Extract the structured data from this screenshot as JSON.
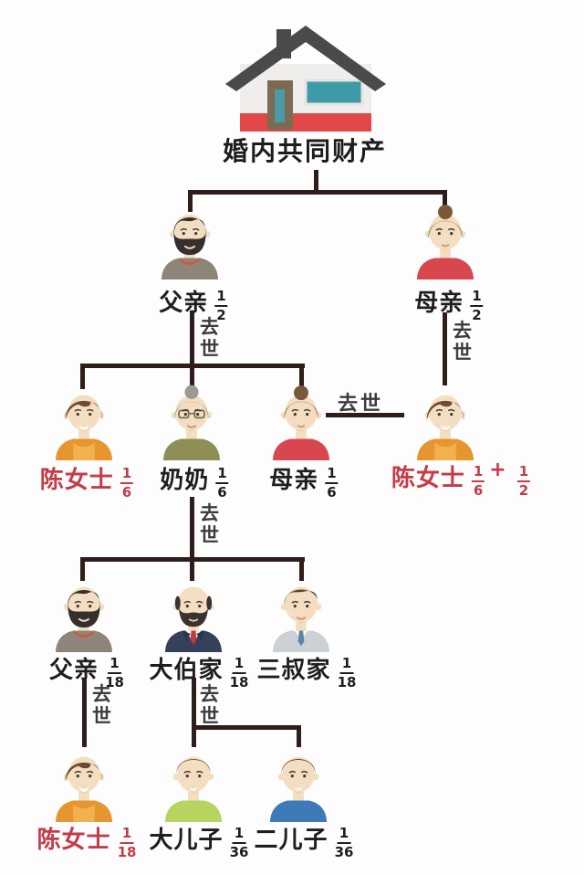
{
  "title": "婚内共同财产",
  "deceased_label": "去世",
  "plus_sign": "+",
  "colors": {
    "line": "#2f1d1a",
    "emphasis_red": "#c43b49",
    "text_black": "#1e1e1e",
    "deceased_gray": "#3c3c3c",
    "house_roof": "#4a4a4a",
    "house_wall": "#f0eeec",
    "house_stripe": "#e24848",
    "house_door": "#7b6b52",
    "house_window": "#3f9aa8"
  },
  "people": {
    "father1": {
      "name": "父亲",
      "fracs": [
        {
          "n": "1",
          "d": "2"
        }
      ],
      "emph": false,
      "avatar": {
        "style": "man-beard",
        "hair": "#35302d",
        "shirt": "#8e857a",
        "collar": "#cf5a3a"
      }
    },
    "mother1": {
      "name": "母亲",
      "fracs": [
        {
          "n": "1",
          "d": "2"
        }
      ],
      "emph": false,
      "avatar": {
        "style": "woman-bun",
        "hair": "#7a5939",
        "shirt": "#d8474d"
      }
    },
    "chen2": {
      "name": "陈女士",
      "fracs": [
        {
          "n": "1",
          "d": "6"
        }
      ],
      "emph": true,
      "avatar": {
        "style": "woman-short",
        "hair": "#6d4b2e",
        "shirt": "#e6952f",
        "inner": "#f2b14f"
      }
    },
    "grandma": {
      "name": "奶奶",
      "fracs": [
        {
          "n": "1",
          "d": "6"
        }
      ],
      "emph": false,
      "avatar": {
        "style": "grandma",
        "hair": "#9a9a96",
        "shirt": "#8f8f55"
      }
    },
    "mother2": {
      "name": "母亲",
      "fracs": [
        {
          "n": "1",
          "d": "6"
        }
      ],
      "emph": false,
      "avatar": {
        "style": "woman-bun",
        "hair": "#7a5939",
        "shirt": "#d8474d"
      }
    },
    "chenWidow": {
      "name": "陈女士",
      "fracs": [
        {
          "n": "1",
          "d": "6"
        },
        {
          "n": "1",
          "d": "2"
        }
      ],
      "emph": true,
      "avatar": {
        "style": "woman-short",
        "hair": "#6d4b2e",
        "shirt": "#e6952f",
        "inner": "#f2b14f"
      }
    },
    "father3": {
      "name": "父亲",
      "fracs": [
        {
          "n": "1",
          "d": "18"
        }
      ],
      "emph": false,
      "avatar": {
        "style": "man-beard",
        "hair": "#35302d",
        "shirt": "#8e857a",
        "collar": "#cf5a3a"
      }
    },
    "dabo": {
      "name": "大伯家",
      "fracs": [
        {
          "n": "1",
          "d": "18"
        }
      ],
      "emph": false,
      "avatar": {
        "style": "bald-suit",
        "hair": "#3a322e",
        "shirt": "#35405a",
        "tie": "#c23b3b"
      }
    },
    "sanshu": {
      "name": "三叔家",
      "fracs": [
        {
          "n": "1",
          "d": "18"
        }
      ],
      "emph": false,
      "avatar": {
        "style": "man-clean",
        "hair": "#5e4330",
        "shirt": "#ccd1d6",
        "tie": "#5b84a8"
      }
    },
    "chen4": {
      "name": "陈女士",
      "fracs": [
        {
          "n": "1",
          "d": "18"
        }
      ],
      "emph": true,
      "avatar": {
        "style": "woman-short",
        "hair": "#6d4b2e",
        "shirt": "#e6952f",
        "inner": "#f2b14f"
      }
    },
    "dason": {
      "name": "大儿子",
      "fracs": [
        {
          "n": "1",
          "d": "36"
        }
      ],
      "emph": false,
      "avatar": {
        "style": "boy",
        "hair": "#6d4b2e",
        "shirt": "#b7d45f"
      }
    },
    "erson": {
      "name": "二儿子",
      "fracs": [
        {
          "n": "1",
          "d": "36"
        }
      ],
      "emph": false,
      "avatar": {
        "style": "boy",
        "hair": "#5a2e20",
        "shirt": "#3e79b8"
      }
    }
  }
}
